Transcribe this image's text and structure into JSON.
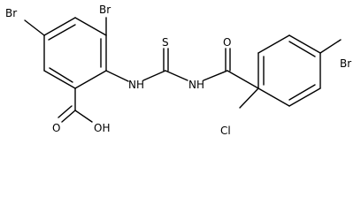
{
  "molecule": {
    "atoms": {
      "br_left": "Br",
      "br_top": "Br",
      "br_right": "Br",
      "nh_left": "NH",
      "nh_right": "NH",
      "sulfur": "S",
      "oxygen_carbonyl": "O",
      "oxygen_acid": "O",
      "oh_acid": "OH",
      "chlorine": "Cl"
    }
  }
}
